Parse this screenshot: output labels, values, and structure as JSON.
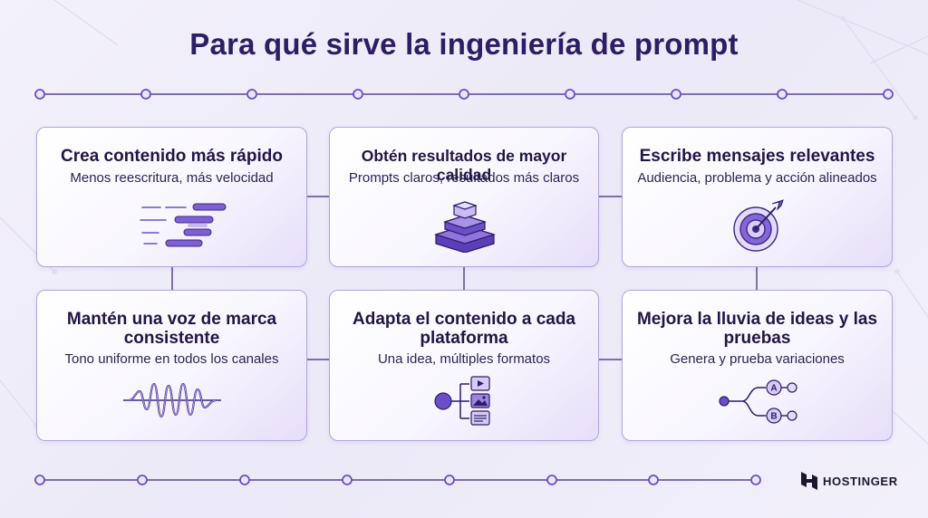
{
  "title": "Para qué sirve la ingeniería de prompt",
  "cards": [
    {
      "title": "Crea contenido más rápido",
      "subtitle": "Menos reescritura, más velocidad",
      "icon": "speed-lines-icon"
    },
    {
      "title": "Obtén resultados de mayor calidad",
      "subtitle": "Prompts claros, resultados más claros",
      "icon": "stacked-layers-icon"
    },
    {
      "title": "Escribe mensajes relevantes",
      "subtitle": "Audiencia, problema y acción alineados",
      "icon": "target-icon"
    },
    {
      "title": "Mantén una voz de marca consistente",
      "subtitle": "Tono uniforme en todos los canales",
      "icon": "waveform-icon"
    },
    {
      "title": "Adapta el contenido a cada plataforma",
      "subtitle": "Una idea, múltiples formatos",
      "icon": "multi-format-icon"
    },
    {
      "title": "Mejora la lluvia de ideas y las pruebas",
      "subtitle": "Genera y prueba variaciones",
      "icon": "ab-test-icon"
    }
  ],
  "ab_labels": [
    "A",
    "B"
  ],
  "brand": "HOSTINGER",
  "colors": {
    "accent": "#6b4fc6",
    "dark": "#2d1d63",
    "border": "#b3a4dc"
  }
}
